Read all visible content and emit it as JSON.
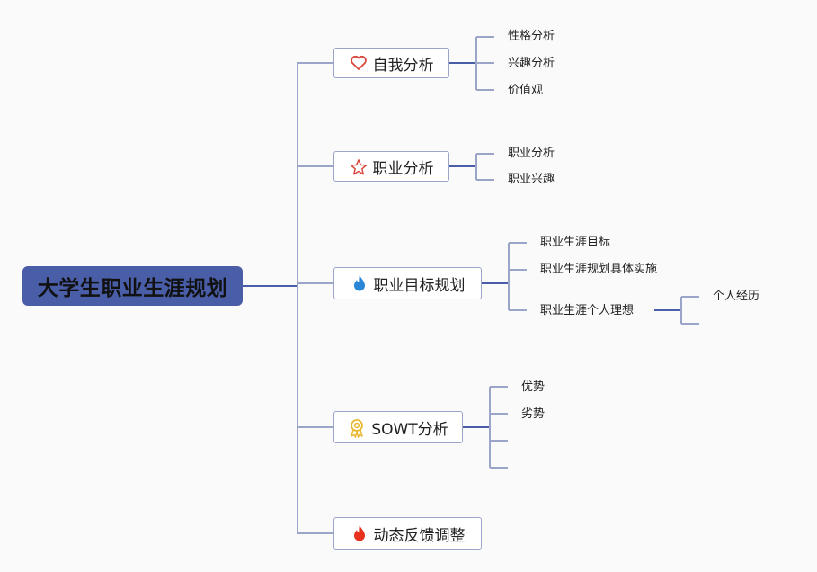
{
  "root": {
    "label": "大学生职业生涯规划"
  },
  "branches": [
    {
      "label": "自我分析",
      "icon": "heart-icon",
      "children": [
        "性格分析",
        "兴趣分析",
        "价值观"
      ]
    },
    {
      "label": "职业分析",
      "icon": "star-icon",
      "children": [
        "职业分析",
        "职业兴趣"
      ]
    },
    {
      "label": "职业目标规划",
      "icon": "flame-blue-icon",
      "children": [
        "职业生涯目标",
        "职业生涯规划具体实施",
        "职业生涯个人理想"
      ],
      "grandchildren": [
        "个人经历",
        ""
      ]
    },
    {
      "label": "SOWT分析",
      "icon": "medal-icon",
      "children": [
        "优势",
        "劣势",
        "",
        ""
      ]
    },
    {
      "label": "动态反馈调整",
      "icon": "flame-red-icon",
      "children": []
    }
  ],
  "colors": {
    "root": "#4a5ea8",
    "line": "#9aa5c9",
    "line_dark": "#4a5ea8",
    "heart": "#d9463a",
    "flame_blue": "#2a86d6",
    "medal": "#e8b830",
    "flame_red": "#e8311e"
  }
}
